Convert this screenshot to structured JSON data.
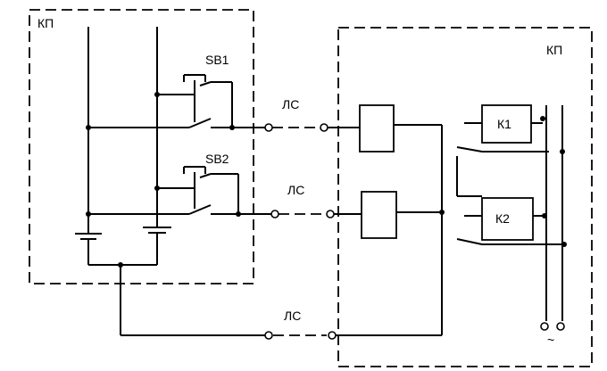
{
  "left_panel": {
    "label": "КП"
  },
  "right_panel": {
    "label": "КП"
  },
  "buttons": {
    "sb1": "SB1",
    "sb2": "SB2"
  },
  "lines": {
    "ls1": "ЛС",
    "ls2": "ЛС",
    "ls3": "ЛС"
  },
  "relays": {
    "k1": "К1",
    "k2": "К2"
  },
  "supply": {
    "ac_symbol": "~"
  }
}
